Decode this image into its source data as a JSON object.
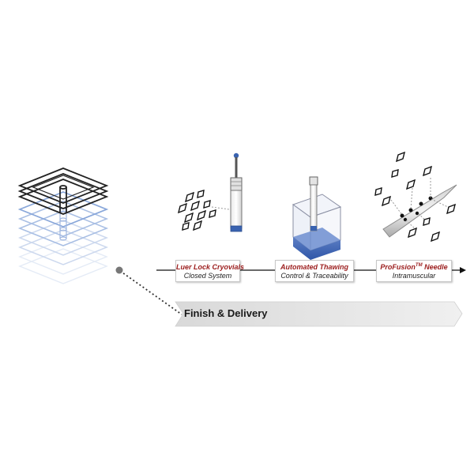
{
  "timeline": {
    "steps": [
      {
        "title": "Luer Lock Cryovials",
        "subtitle": "Closed System"
      },
      {
        "title": "Automated Thawing",
        "subtitle": "Control & Traceability"
      },
      {
        "title_main": "ProFusion",
        "title_sup": "TM",
        "title_end": " Needle",
        "subtitle": "Intramuscular"
      }
    ]
  },
  "banner": {
    "label": "Finish & Delivery"
  },
  "colors": {
    "title_red": "#9b1c1c",
    "vial_blue": "#3a63b0",
    "tray_blue": "#3a63b0",
    "banner_gray": "#e6e6e6",
    "dot_gray": "#777777"
  }
}
